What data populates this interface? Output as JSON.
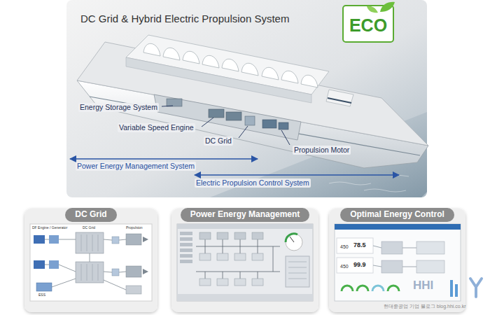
{
  "diagram": {
    "title": "DC Grid & Hybrid Electric Propulsion System",
    "nodes": [
      {
        "text": [
          "ECO"
        ]
      },
      {
        "text": [
          "DC Grid"
        ]
      },
      {
        "text": [
          "Power Energy Management"
        ]
      },
      {
        "text": [
          "Optimal Energy Control"
        ]
      }
    ],
    "labels": [
      "Energy Storage System",
      "Variable Speed Engine",
      "DC Grid",
      "Propulsion Motor",
      "Power Energy Management System",
      "Electric Propulsion Control System",
      "DF Engine / Generator",
      "DC Grid",
      "Propulsion",
      "ESS",
      "450",
      "78.5",
      "450",
      "99.9",
      "HHI",
      "현대중공업 기업 블로그 blog.hhi.co.kr"
    ]
  }
}
